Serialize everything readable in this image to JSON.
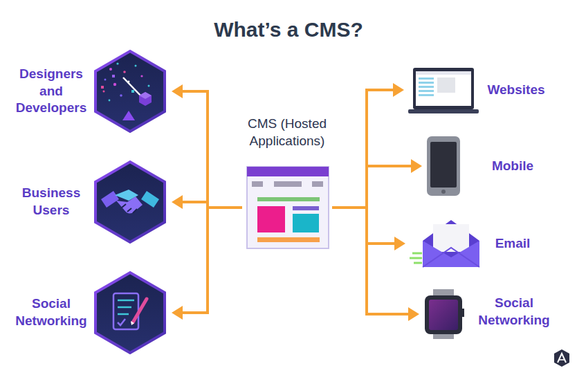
{
  "diagram": {
    "title": "What’s a CMS?",
    "nodes": [
      {
        "text": [
          "Designers and Developers"
        ]
      },
      {
        "text": [
          "Business Users"
        ]
      },
      {
        "text": [
          "Social Networking"
        ]
      },
      {
        "text": [
          "CMS (Hosted Applications)"
        ]
      },
      {
        "text": [
          "Websites"
        ]
      },
      {
        "text": [
          "Mobile"
        ]
      },
      {
        "text": [
          "Email"
        ]
      },
      {
        "text": [
          "Social Networking"
        ]
      }
    ],
    "edges": [
      {
        "from": 3,
        "to": 0,
        "arrow": "to"
      },
      {
        "from": 3,
        "to": 1,
        "arrow": "to"
      },
      {
        "from": 3,
        "to": 2,
        "arrow": "to"
      },
      {
        "from": 3,
        "to": 4,
        "arrow": "to"
      },
      {
        "from": 3,
        "to": 5,
        "arrow": "to"
      },
      {
        "from": 3,
        "to": 6,
        "arrow": "to"
      },
      {
        "from": 3,
        "to": 7,
        "arrow": "to"
      }
    ]
  }
}
